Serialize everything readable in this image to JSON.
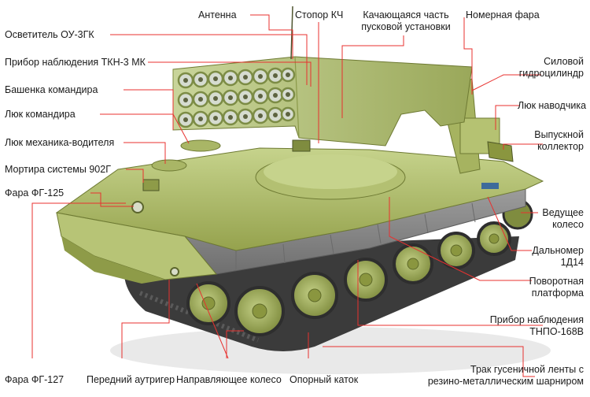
{
  "labels": {
    "antenna": "Антенна",
    "stopor": "Стопор КЧ",
    "swing_1": "Качающаяся часть",
    "swing_2": "пусковой установки",
    "plate_light": "Номерная фара",
    "illuminator": "Осветитель ОУ-3ГК",
    "tkn": "Прибор наблюдения ТКН-3 МК",
    "power_1": "Силовой",
    "power_2": "гидроцилиндр",
    "turret": "Башенка командира",
    "gunner_hatch": "Люк наводчика",
    "commander_hatch": "Люк командира",
    "exhaust_1": "Выпускной",
    "exhaust_2": "коллектор",
    "driver_hatch": "Люк механика-водителя",
    "mortar": "Мортира  системы 902Г",
    "fg125": "Фара ФГ-125",
    "drive_1": "Ведущее",
    "drive_2": "колесо",
    "range_1": "Дальномер",
    "range_2": "1Д14",
    "platform_1": "Поворотная",
    "platform_2": "платформа",
    "tnpo_1": "Прибор наблюдения",
    "tnpo_2": "ТНПО-168В",
    "fg127": "Фара ФГ-127",
    "outrigger": "Передний аутригер",
    "idler": "Направляющее колесо",
    "roadwheel": "Опорный каток",
    "track_1": "Трак гусеничной ленты с",
    "track_2": "резино-металлическим шарниром"
  },
  "colors": {
    "leader": "#e8312f",
    "hull": "#a5b55c",
    "hull_light": "#c4d08a",
    "hull_dark": "#7f8c3f",
    "skirt": "#8c8c8c",
    "track": "#3a3a3a"
  }
}
